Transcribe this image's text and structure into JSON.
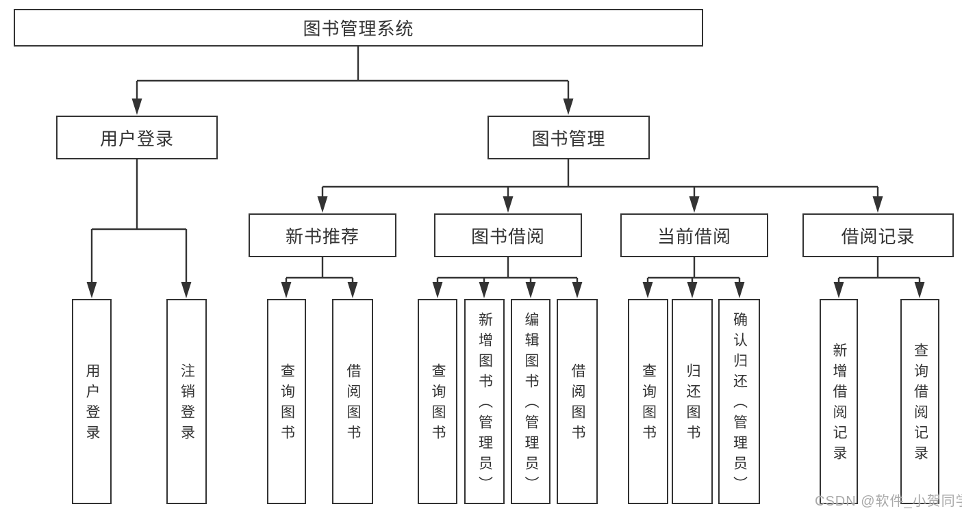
{
  "tree": {
    "label": "图书管理系统",
    "children": [
      {
        "label": "用户登录",
        "children": [
          {
            "label": "用户登录"
          },
          {
            "label": "注销登录"
          }
        ]
      },
      {
        "label": "图书管理",
        "children": [
          {
            "label": "新书推荐",
            "children": [
              {
                "label": "查询图书"
              },
              {
                "label": "借阅图书"
              }
            ]
          },
          {
            "label": "图书借阅",
            "children": [
              {
                "label": "查询图书"
              },
              {
                "label": "新增图书（管理员）"
              },
              {
                "label": "编辑图书（管理员）"
              },
              {
                "label": "借阅图书"
              }
            ]
          },
          {
            "label": "当前借阅",
            "children": [
              {
                "label": "查询图书"
              },
              {
                "label": "归还图书"
              },
              {
                "label": "确认归还（管理员）"
              }
            ]
          },
          {
            "label": "借阅记录",
            "children": [
              {
                "label": "新增借阅记录"
              },
              {
                "label": "查询借阅记录"
              }
            ]
          }
        ]
      }
    ]
  },
  "watermark": "CSDN @软件_小贺同学",
  "colors": {
    "line": "#333333",
    "box_border": "#333333",
    "box_fill": "#ffffff",
    "text": "#333333",
    "watermark": "#a9a9a9"
  }
}
